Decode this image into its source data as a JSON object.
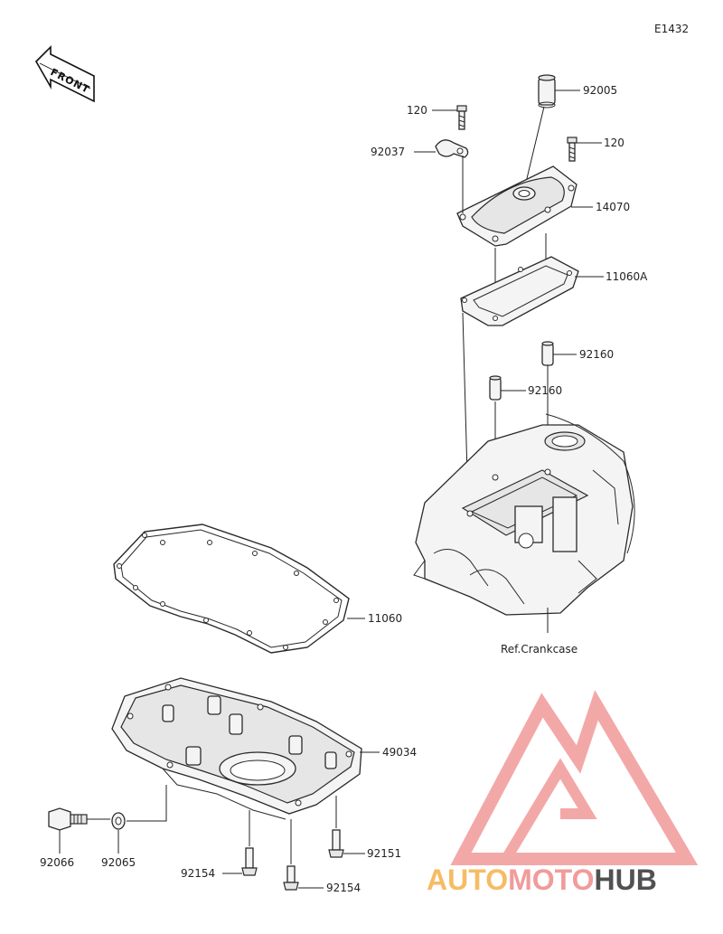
{
  "diagram_code": "E1432",
  "front_label": "FRONT",
  "ref_label": "Ref.Crankcase",
  "part_labels": {
    "p92005": "92005",
    "p120a": "120",
    "p120b": "120",
    "p92037": "92037",
    "p14070": "14070",
    "p11060A": "11060A",
    "p92160a": "92160",
    "p92160b": "92160",
    "p11060": "11060",
    "p49034": "49034",
    "p92066": "92066",
    "p92065": "92065",
    "p92151": "92151",
    "p92154a": "92154",
    "p92154b": "92154"
  },
  "watermark": {
    "part1": "AUTO",
    "part2": "MOTO",
    "part3": "HUB",
    "color1": "#f5b14a",
    "color2": "#ef8a8a",
    "color3": "#333333",
    "logo_color": "#f08c8c"
  }
}
